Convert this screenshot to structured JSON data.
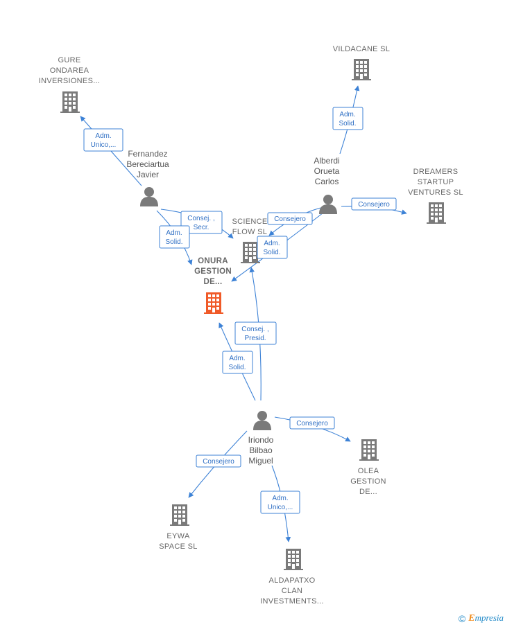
{
  "nodes": {
    "gure": {
      "label": [
        "GURE",
        "ONDAREA",
        "INVERSIONES..."
      ]
    },
    "vildacane": {
      "label": [
        "VILDACANE SL"
      ]
    },
    "dreamers": {
      "label": [
        "DREAMERS",
        "STARTUP",
        "VENTURES  SL"
      ]
    },
    "science": {
      "label": [
        "SCIENCE",
        "FLOW  SL"
      ]
    },
    "onura": {
      "label": [
        "ONURA",
        "GESTION",
        "DE..."
      ]
    },
    "olea": {
      "label": [
        "OLEA",
        "GESTION",
        "DE..."
      ]
    },
    "eywa": {
      "label": [
        "EYWA",
        "SPACE  SL"
      ]
    },
    "aldapatxo": {
      "label": [
        "ALDAPATXO",
        "CLAN",
        "INVESTMENTS..."
      ]
    },
    "fernandez": {
      "label": [
        "Fernandez",
        "Bereciartua",
        "Javier"
      ]
    },
    "alberdi": {
      "label": [
        "Alberdi",
        "Orueta",
        "Carlos"
      ]
    },
    "iriondo": {
      "label": [
        "Iriondo",
        "Bilbao",
        "Miguel"
      ]
    }
  },
  "relations": {
    "fernandez_gure": [
      "Adm.",
      "Unico,..."
    ],
    "fernandez_science": [
      "Consej. ,",
      "Secr."
    ],
    "fernandez_onura": [
      "Adm.",
      "Solid."
    ],
    "alberdi_vildacane": [
      "Adm.",
      "Solid."
    ],
    "alberdi_dreamers": [
      "Consejero"
    ],
    "alberdi_science": [
      "Consejero"
    ],
    "alberdi_onura": [
      "Adm.",
      "Solid."
    ],
    "iriondo_science": [
      "Consej. ,",
      "Presid."
    ],
    "iriondo_onura": [
      "Adm.",
      "Solid."
    ],
    "iriondo_olea": [
      "Consejero"
    ],
    "iriondo_eywa": [
      "Consejero"
    ],
    "iriondo_aldapatxo": [
      "Adm.",
      "Unico,..."
    ]
  },
  "colors": {
    "company": "#7a7a7a",
    "main_company": "#f05a28",
    "person": "#7a7a7a",
    "edge": "#3d82d6"
  },
  "footer": {
    "copyright": "©",
    "brand_initial": "E",
    "brand_rest": "mpresia"
  }
}
